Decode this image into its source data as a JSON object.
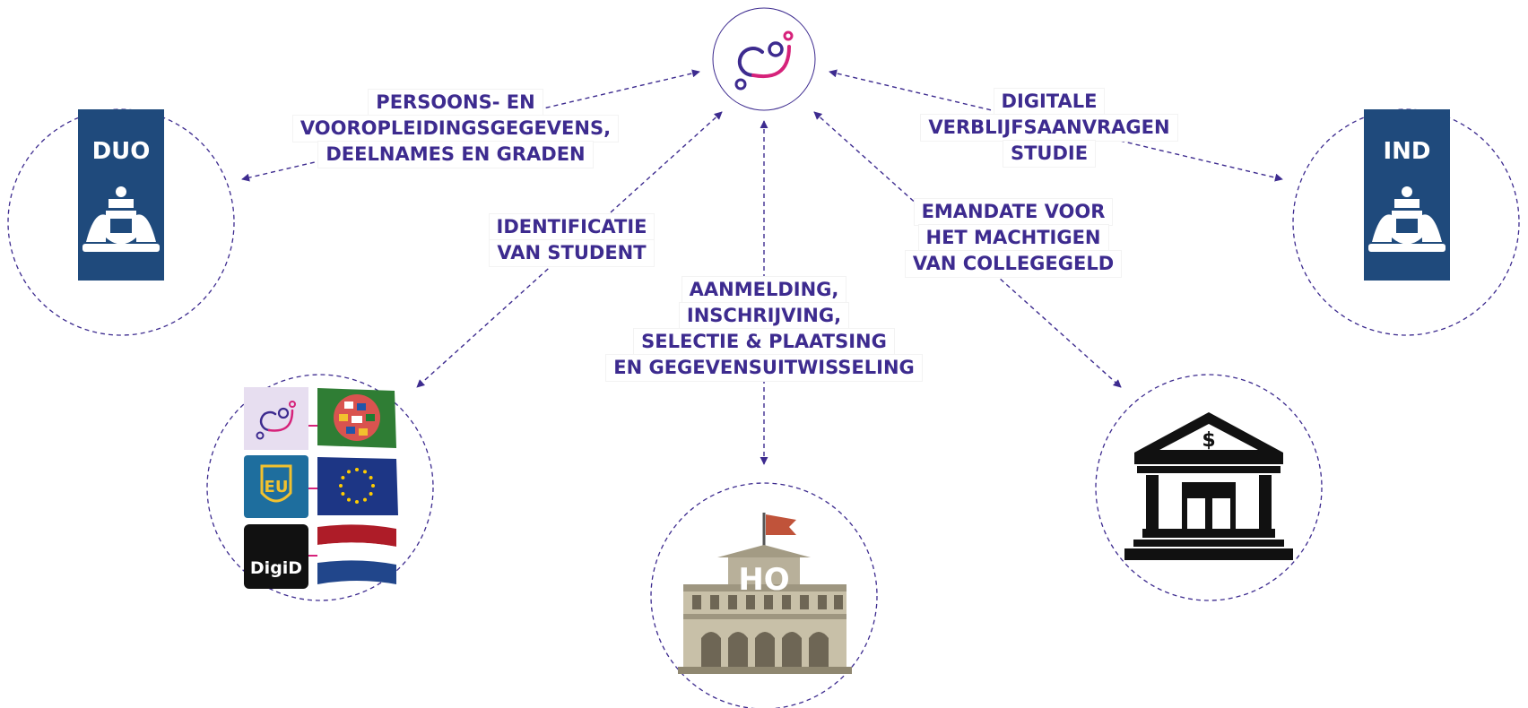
{
  "nodes": {
    "hub": {
      "name": "studielink-logo"
    },
    "duo": {
      "label": "DUO"
    },
    "ind": {
      "label": "IND"
    },
    "ho": {
      "label": "HO"
    },
    "identity": {
      "digid_label": "DigiD",
      "eu_label": "EU"
    }
  },
  "labels": {
    "duo": [
      "PERSOONS- EN",
      "VOOROPLEIDINGSGEGEVENS,",
      "DEELNAMES EN GRADEN"
    ],
    "ind": [
      "DIGITALE",
      "VERBLIJFSAANVRAGEN",
      "STUDIE"
    ],
    "identity": [
      "IDENTIFICATIE",
      "VAN STUDENT"
    ],
    "ho": [
      "AANMELDING,",
      "INSCHRIJVING,",
      "SELECTIE & PLAATSING",
      "EN GEGEVENSUITWISSELING"
    ],
    "bank": [
      "EMANDATE VOOR",
      "HET MACHTIGEN",
      "VAN COLLEGEGELD"
    ]
  },
  "colors": {
    "accent": "#3d2b8f",
    "pink": "#d6227a",
    "navy": "#1f4a7c",
    "dashed": "#4a3a9a",
    "flag_red": "#ae1c28",
    "flag_blue": "#21468b",
    "eu_blue": "#1d3685",
    "eu_star": "#ffcc00"
  },
  "icons": [
    "studielink-logo-icon",
    "dutch-coat-of-arms-icon",
    "globe-flag-icon",
    "eu-flag-icon",
    "dutch-flag-icon",
    "bank-building-icon",
    "university-building-icon"
  ]
}
